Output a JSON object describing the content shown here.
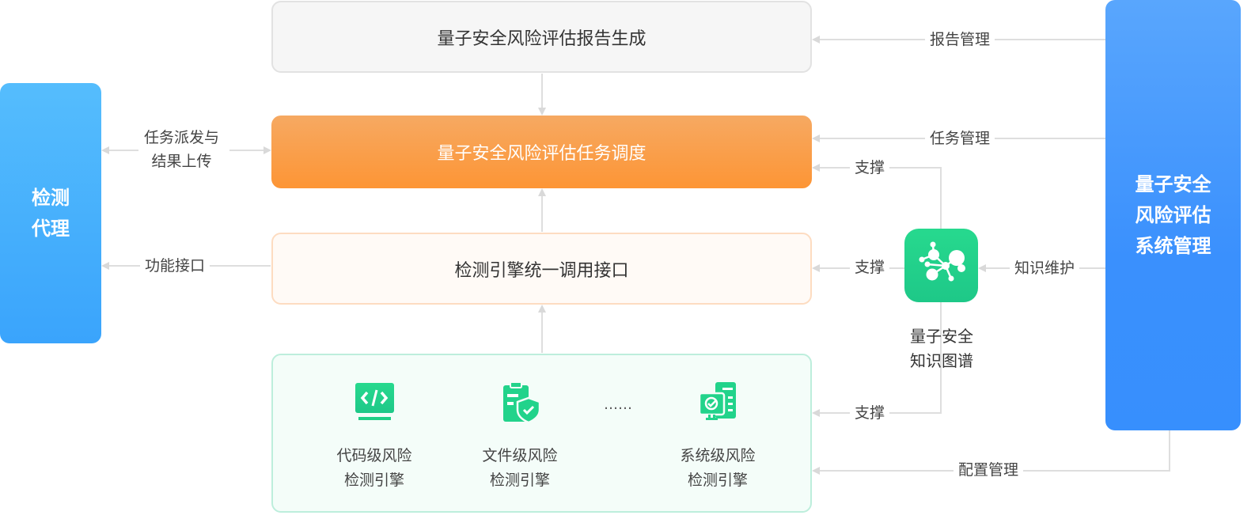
{
  "colors": {
    "agent_box": "#3aa4fc",
    "sysmgmt_box": "#378ffd",
    "dispatch_box": "#fd9535",
    "knowledge_graph": "#1ec888",
    "engine_icon": "#1fcf86",
    "connector": "#d9d9d9"
  },
  "left": {
    "agent_title_line1": "检测",
    "agent_title_line2": "代理"
  },
  "right": {
    "sysmgmt_line1": "量子安全",
    "sysmgmt_line2": "风险评估",
    "sysmgmt_line3": "系统管理"
  },
  "center": {
    "report_box": "量子安全风险评估报告生成",
    "dispatch_box": "量子安全风险评估任务调度",
    "api_box": "检测引擎统一调用接口",
    "engines": [
      {
        "icon": "code-monitor-icon",
        "line1": "代码级风险",
        "line2": "检测引擎"
      },
      {
        "icon": "clipboard-shield-icon",
        "line1": "文件级风险",
        "line2": "检测引擎"
      },
      {
        "icon": "computer-server-check-icon",
        "line1": "系统级风险",
        "line2": "检测引擎"
      }
    ],
    "ellipsis": "……"
  },
  "knowledge_graph": {
    "icon": "molecule-network-icon",
    "line1": "量子安全",
    "line2": "知识图谱"
  },
  "edges": {
    "task_dispatch_line1": "任务派发与",
    "task_dispatch_line2": "结果上传",
    "function_api": "功能接口",
    "report_mgmt": "报告管理",
    "task_mgmt": "任务管理",
    "support_dispatch": "支撑",
    "support_api": "支撑",
    "support_engines": "支撑",
    "knowledge_maint": "知识维护",
    "config_mgmt": "配置管理"
  }
}
